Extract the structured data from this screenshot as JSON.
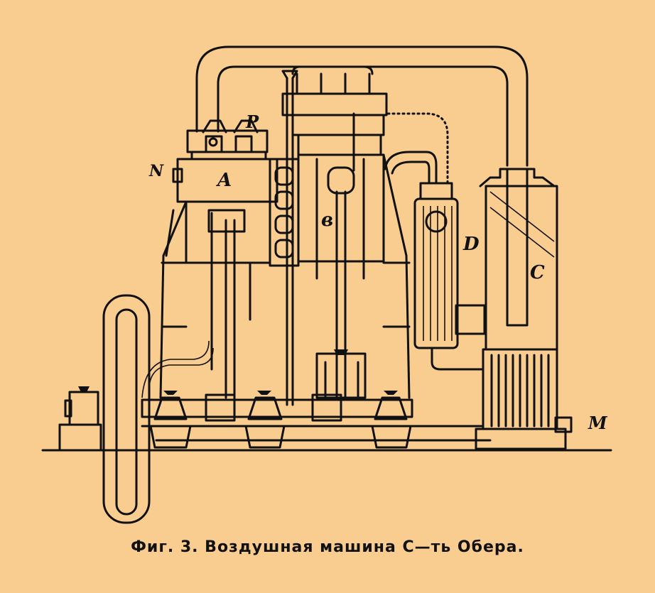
{
  "figure": {
    "caption": "Фиг. 3. Воздушная машина С—ть Обера.",
    "labels": {
      "A": "A",
      "P": "P",
      "N": "N",
      "B": "в",
      "D": "D",
      "C": "C",
      "M": "M"
    }
  },
  "colors": {
    "paper": "#f9cc90",
    "ink": "#111111"
  }
}
